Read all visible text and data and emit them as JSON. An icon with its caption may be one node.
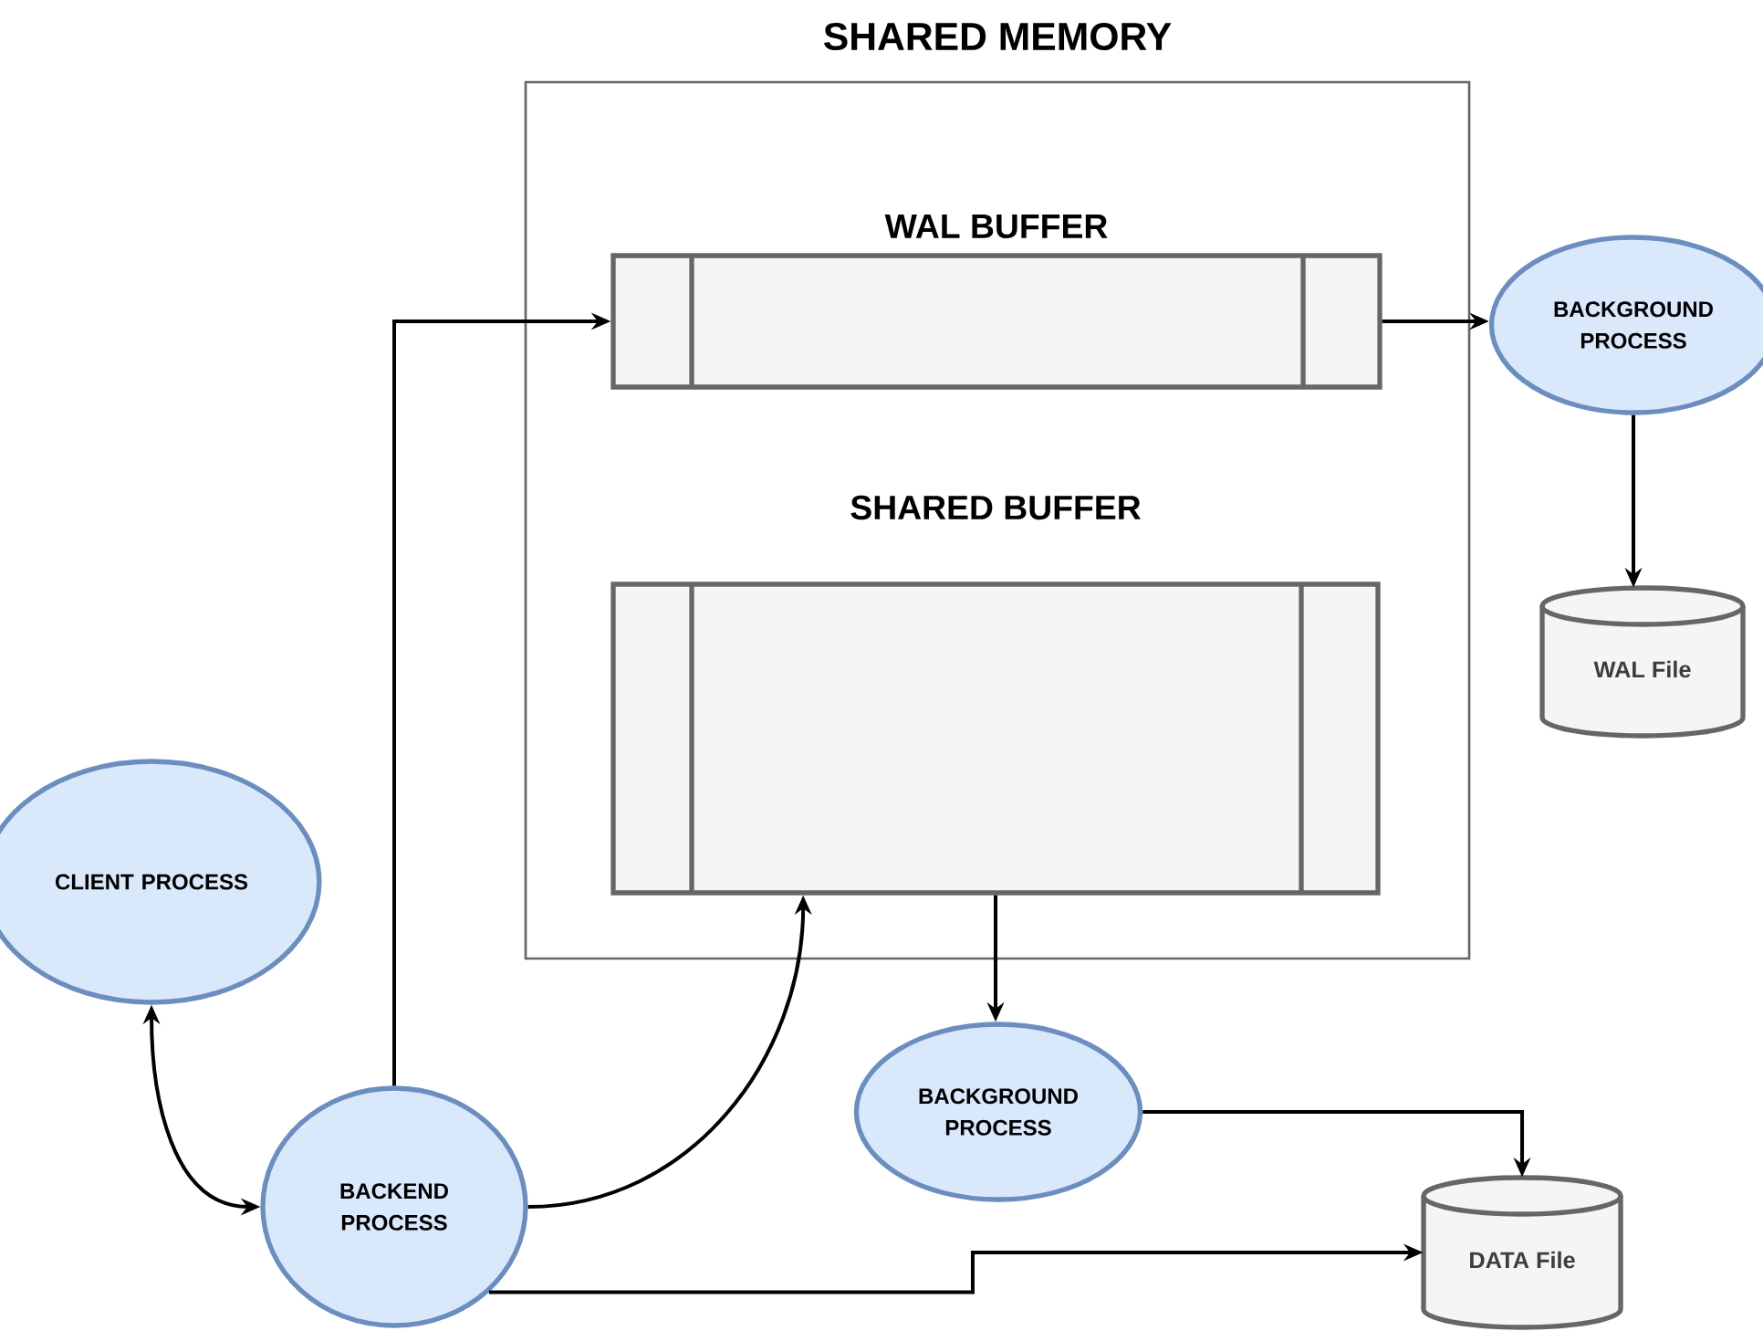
{
  "diagram": {
    "nodes": [
      {
        "text": [
          "SHARED MEMORY"
        ]
      },
      {
        "text": [
          "WAL BUFFER"
        ],
        "in": 0
      },
      {
        "text": [
          "SHARED BUFFER"
        ],
        "in": 0
      },
      {
        "text": [
          "BACKGROUND PROCESS"
        ]
      },
      {
        "text": [
          "WAL File"
        ]
      },
      {
        "text": [
          "CLIENT PROCESS"
        ]
      },
      {
        "text": [
          "BACKEND PROCESS"
        ]
      },
      {
        "text": [
          "BACKGROUND PROCESS"
        ]
      },
      {
        "text": [
          "DATA File"
        ]
      }
    ],
    "edges": [
      {
        "from": 6,
        "to": 1,
        "arrow": "to"
      },
      {
        "from": 1,
        "to": 3,
        "arrow": "to"
      },
      {
        "from": 3,
        "to": 4,
        "arrow": "to"
      },
      {
        "from": 5,
        "to": 6,
        "arrow": "both"
      },
      {
        "from": 6,
        "to": 2,
        "arrow": "to"
      },
      {
        "from": 2,
        "to": 7,
        "arrow": "to"
      },
      {
        "from": 7,
        "to": 8,
        "arrow": "to"
      },
      {
        "from": 6,
        "to": 8,
        "arrow": "to"
      }
    ]
  }
}
